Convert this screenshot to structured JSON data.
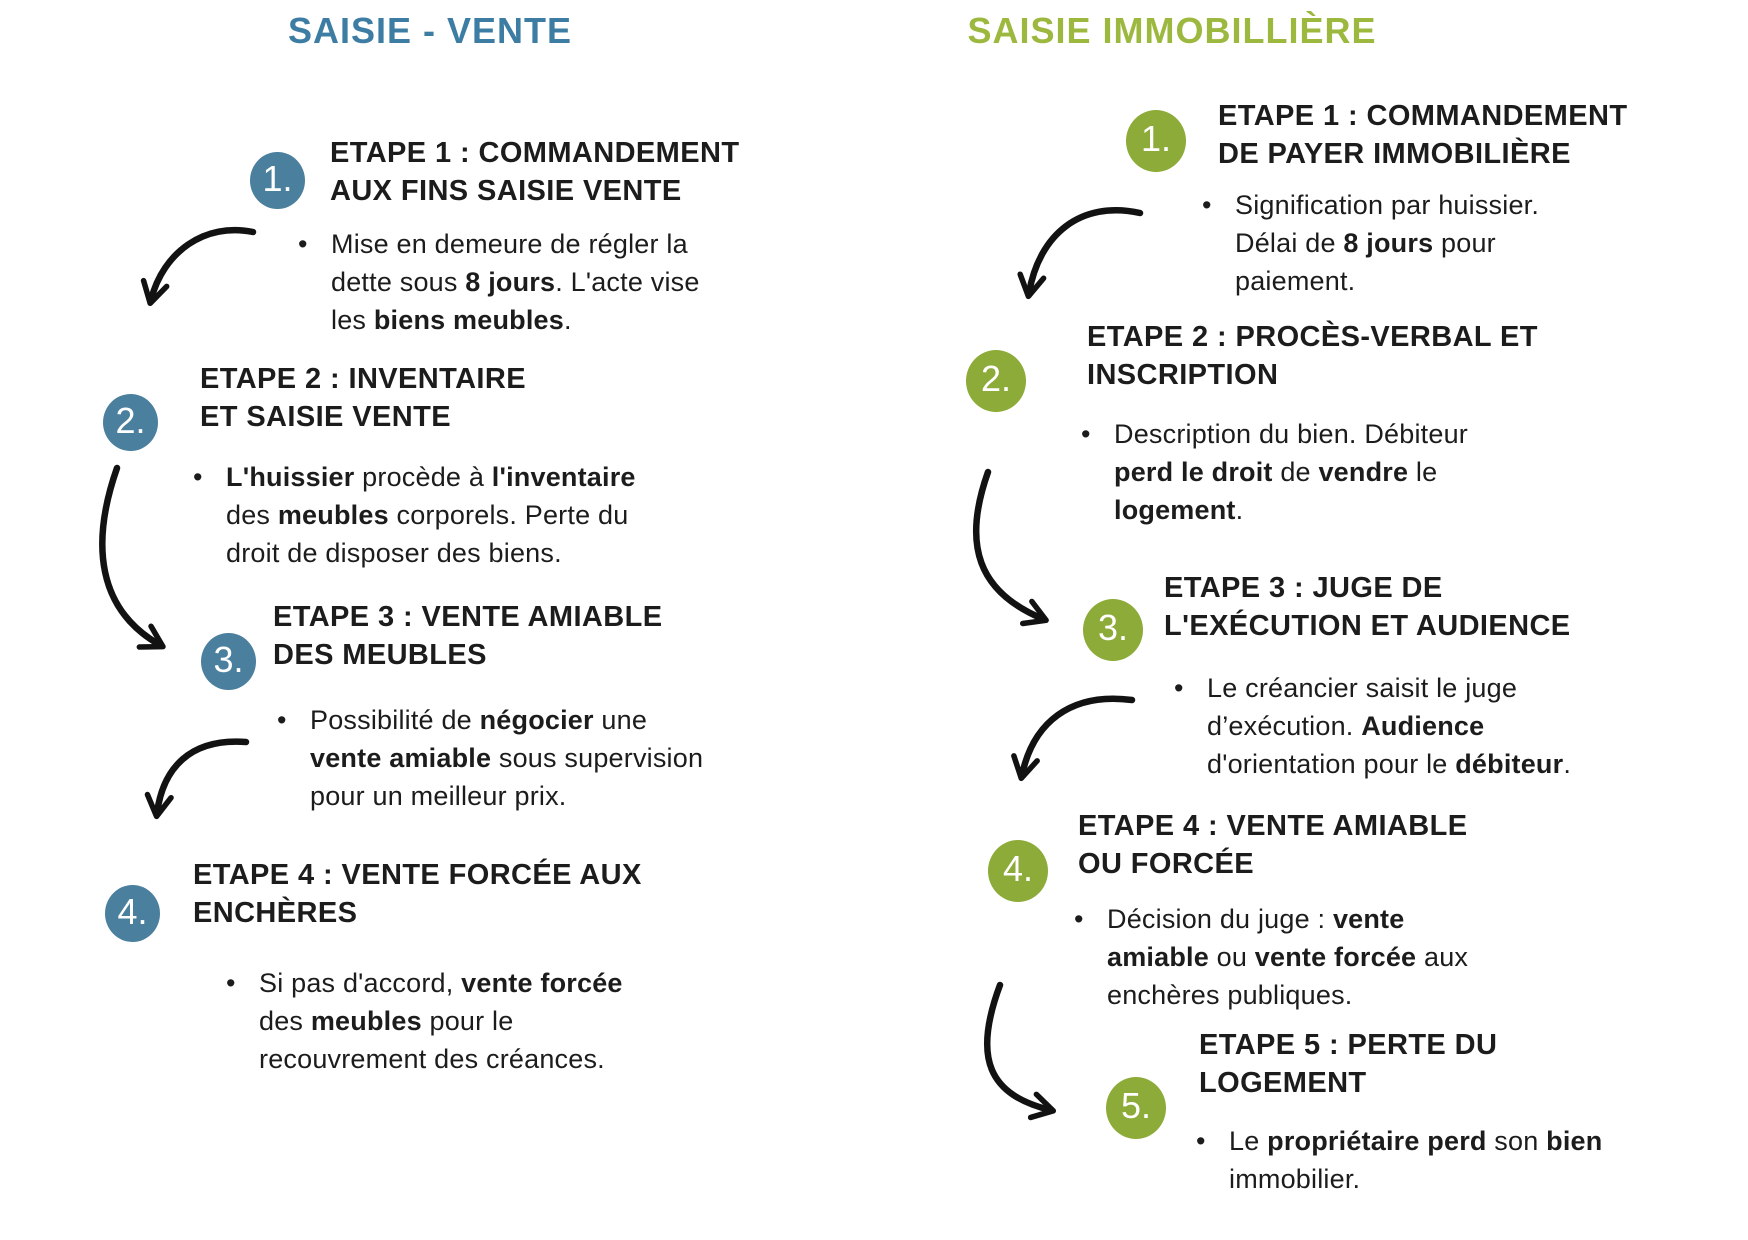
{
  "palette": {
    "blue_title": "#3d7da4",
    "blue_badge": "#4a7f9e",
    "green_title": "#9cb83e",
    "green_badge": "#8dab38",
    "ink": "#1c1c1c",
    "arrow": "#121212"
  },
  "left": {
    "title": "SAISIE - VENTE",
    "steps": [
      {
        "number": "1.",
        "heading": "ETAPE 1 : COMMANDEMENT\nAUX FINS SAISIE VENTE",
        "bullet": [
          {
            "text": "Mise en demeure de régler la\ndette sous "
          },
          {
            "text": "8 jours",
            "bold": true
          },
          {
            "text": ". L'acte vise\nles "
          },
          {
            "text": "biens meubles",
            "bold": true
          },
          {
            "text": "."
          }
        ]
      },
      {
        "number": "2.",
        "heading": "ETAPE 2 : INVENTAIRE\nET SAISIE VENTE",
        "bullet": [
          {
            "text": "L'huissier",
            "bold": true
          },
          {
            "text": " procède à "
          },
          {
            "text": "l'inventaire",
            "bold": true
          },
          {
            "text": "\ndes "
          },
          {
            "text": "meubles",
            "bold": true
          },
          {
            "text": " corporels. Perte du\ndroit de disposer des biens."
          }
        ]
      },
      {
        "number": "3.",
        "heading": "ETAPE 3 : VENTE AMIABLE\nDES MEUBLES",
        "bullet": [
          {
            "text": "Possibilité de "
          },
          {
            "text": "négocier",
            "bold": true
          },
          {
            "text": " une\n"
          },
          {
            "text": "vente amiable",
            "bold": true
          },
          {
            "text": " sous supervision\npour un meilleur prix."
          }
        ]
      },
      {
        "number": "4.",
        "heading": "ETAPE 4 : VENTE FORCÉE AUX\nENCHÈRES",
        "bullet": [
          {
            "text": "Si pas d'accord, "
          },
          {
            "text": "vente forcée",
            "bold": true
          },
          {
            "text": "\ndes "
          },
          {
            "text": "meubles",
            "bold": true
          },
          {
            "text": " pour le\nrecouvrement des créances."
          }
        ]
      }
    ]
  },
  "right": {
    "title": "SAISIE IMMOBILLIÈRE",
    "steps": [
      {
        "number": "1.",
        "heading": "ETAPE 1 : COMMANDEMENT\nDE PAYER IMMOBILIÈRE",
        "bullet": [
          {
            "text": "Signification par huissier.\nDélai de "
          },
          {
            "text": "8 jours",
            "bold": true
          },
          {
            "text": " pour\npaiement."
          }
        ]
      },
      {
        "number": "2.",
        "heading": "ETAPE 2 : PROCÈS-VERBAL ET\nINSCRIPTION",
        "bullet": [
          {
            "text": "Description du bien. Débiteur\n"
          },
          {
            "text": "perd le droit",
            "bold": true
          },
          {
            "text": " de "
          },
          {
            "text": "vendre",
            "bold": true
          },
          {
            "text": " le\n"
          },
          {
            "text": "logement",
            "bold": true
          },
          {
            "text": "."
          }
        ]
      },
      {
        "number": "3.",
        "heading": "ETAPE 3 : JUGE DE\nL'EXÉCUTION ET AUDIENCE",
        "bullet": [
          {
            "text": "Le créancier saisit le juge\nd’exécution. "
          },
          {
            "text": "Audience",
            "bold": true
          },
          {
            "text": "\nd'orientation pour le "
          },
          {
            "text": "débiteur",
            "bold": true
          },
          {
            "text": "."
          }
        ]
      },
      {
        "number": "4.",
        "heading": "ETAPE 4 : VENTE AMIABLE\nOU FORCÉE",
        "bullet": [
          {
            "text": "Décision du juge : "
          },
          {
            "text": "vente\namiable",
            "bold": true
          },
          {
            "text": " ou "
          },
          {
            "text": "vente forcée",
            "bold": true
          },
          {
            "text": " aux\nenchères publiques."
          }
        ]
      },
      {
        "number": "5.",
        "heading": "ETAPE 5 : PERTE DU\nLOGEMENT",
        "bullet": [
          {
            "text": "Le "
          },
          {
            "text": "propriétaire perd",
            "bold": true
          },
          {
            "text": " son "
          },
          {
            "text": "bien",
            "bold": true
          },
          {
            "text": "\nimmobilier."
          }
        ]
      }
    ]
  }
}
